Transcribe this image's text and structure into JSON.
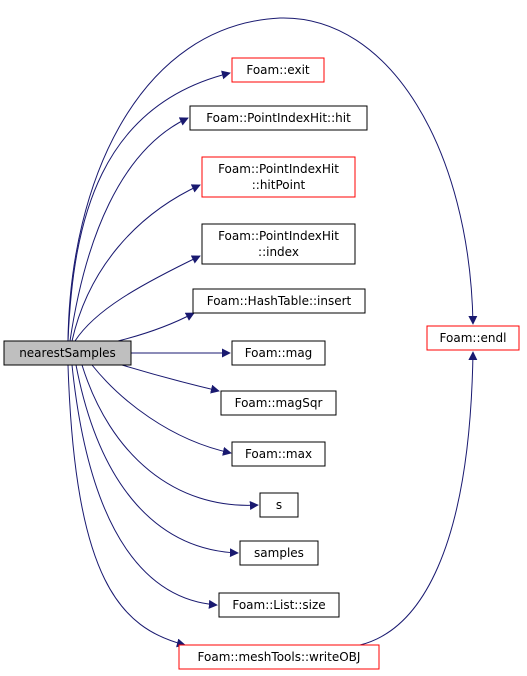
{
  "colors": {
    "edge": "#191970",
    "root_fill": "#bfbfbf",
    "border_normal": "#000000",
    "border_highlight": "#ff0000",
    "node_fill": "#ffffff"
  },
  "nodes": [
    {
      "id": "root",
      "lines": [
        "nearestSamples"
      ],
      "style": "root"
    },
    {
      "id": "exit",
      "lines": [
        "Foam::exit"
      ],
      "style": "red"
    },
    {
      "id": "hit",
      "lines": [
        "Foam::PointIndexHit::hit"
      ],
      "style": "black"
    },
    {
      "id": "hitpoint",
      "lines": [
        "Foam::PointIndexHit",
        "::hitPoint"
      ],
      "style": "red"
    },
    {
      "id": "index",
      "lines": [
        "Foam::PointIndexHit",
        "::index"
      ],
      "style": "black"
    },
    {
      "id": "insert",
      "lines": [
        "Foam::HashTable::insert"
      ],
      "style": "black"
    },
    {
      "id": "mag",
      "lines": [
        "Foam::mag"
      ],
      "style": "black"
    },
    {
      "id": "magsqr",
      "lines": [
        "Foam::magSqr"
      ],
      "style": "black"
    },
    {
      "id": "max",
      "lines": [
        "Foam::max"
      ],
      "style": "black"
    },
    {
      "id": "s",
      "lines": [
        "s"
      ],
      "style": "black"
    },
    {
      "id": "samples",
      "lines": [
        "samples"
      ],
      "style": "black"
    },
    {
      "id": "size",
      "lines": [
        "Foam::List::size"
      ],
      "style": "black"
    },
    {
      "id": "writeobj",
      "lines": [
        "Foam::meshTools::writeOBJ"
      ],
      "style": "red"
    },
    {
      "id": "endl",
      "lines": [
        "Foam::endl"
      ],
      "style": "red"
    }
  ],
  "edges": [
    {
      "from": "root",
      "to": "exit"
    },
    {
      "from": "root",
      "to": "hit"
    },
    {
      "from": "root",
      "to": "hitpoint"
    },
    {
      "from": "root",
      "to": "index"
    },
    {
      "from": "root",
      "to": "insert"
    },
    {
      "from": "root",
      "to": "mag"
    },
    {
      "from": "root",
      "to": "magsqr"
    },
    {
      "from": "root",
      "to": "max"
    },
    {
      "from": "root",
      "to": "s"
    },
    {
      "from": "root",
      "to": "samples"
    },
    {
      "from": "root",
      "to": "size"
    },
    {
      "from": "root",
      "to": "writeobj"
    },
    {
      "from": "root",
      "to": "endl"
    },
    {
      "from": "writeobj",
      "to": "endl"
    }
  ]
}
